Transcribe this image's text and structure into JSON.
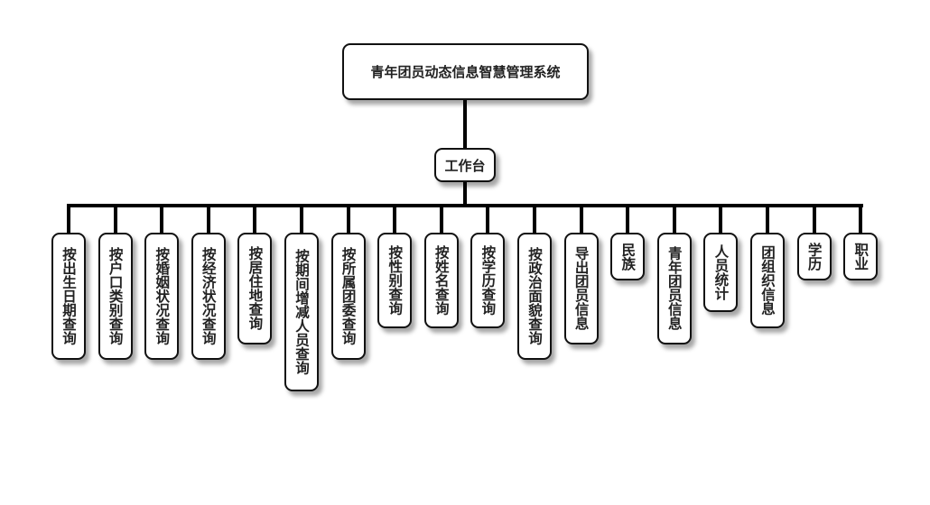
{
  "root": {
    "label": "青年团员动态信息智慧管理系统"
  },
  "hub": {
    "label": "工作台"
  },
  "leaves": [
    "按出生日期查询",
    "按户口类别查询",
    "按婚姻状况查询",
    "按经济状况查询",
    "按居住地查询",
    "按期间增减人员查询",
    "按所属团委查询",
    "按性别查询",
    "按姓名查询",
    "按学历查询",
    "按政治面貌查询",
    "导出团员信息",
    "民族",
    "青年团员信息",
    "人员统计",
    "团组织信息",
    "学历",
    "职业"
  ]
}
